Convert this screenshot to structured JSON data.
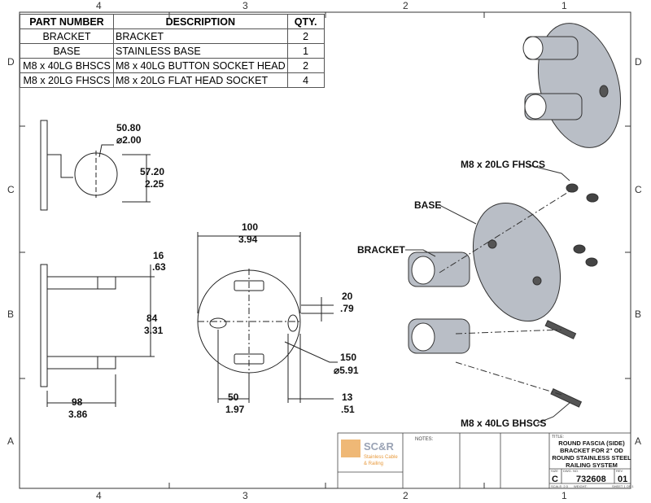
{
  "zones": {
    "cols": [
      "4",
      "3",
      "2",
      "1"
    ],
    "rows": [
      "D",
      "C",
      "B",
      "A"
    ]
  },
  "bom": {
    "headers": [
      "PART NUMBER",
      "DESCRIPTION",
      "QTY."
    ],
    "rows": [
      [
        "BRACKET",
        "BRACKET",
        "2"
      ],
      [
        "BASE",
        "STAINLESS BASE",
        "1"
      ],
      [
        "M8 x 40LG BHSCS",
        "M8 x 40LG BUTTON SOCKET HEAD",
        "2"
      ],
      [
        "M8 x 20LG FHSCS",
        "M8 x 20LG FLAT HEAD SOCKET",
        "4"
      ]
    ]
  },
  "dims": {
    "d1": "50.80",
    "d1b": "⌀2.00",
    "d2": "57.20",
    "d2b": "2.25",
    "d3": "16",
    "d3b": ".63",
    "d4": "84",
    "d4b": "3.31",
    "d5": "98",
    "d5b": "3.86",
    "d6": "100",
    "d6b": "3.94",
    "d7": "20",
    "d7b": ".79",
    "d8": "150",
    "d8b": "⌀5.91",
    "d9": "50",
    "d9b": "1.97",
    "d10": "13",
    "d10b": ".51"
  },
  "callouts": {
    "fhscs": "M8 x 20LG FHSCS",
    "base": "BASE",
    "bracket": "BRACKET",
    "bhscs": "M8 x 40LG BHSCS"
  },
  "title_block": {
    "logo": "SC&R",
    "logo_sub1": "Stainless Cable",
    "logo_sub2": "& Railing",
    "notes_label": "NOTES:",
    "title_label": "TITLE:",
    "title": [
      "ROUND FASCIA (SIDE)",
      "BRACKET FOR 2\" OD",
      "ROUND STAINLESS STEEL",
      "RAILING SYSTEM"
    ],
    "size_label": "SIZE",
    "size": "C",
    "dwg_label": "DWG. NO.",
    "dwg_no": "732608",
    "rev_label": "REV",
    "rev": "01",
    "scale": "SCALE: 2:3",
    "weight": "WEIGHT:",
    "sheet": "SHEET 1 OF 1"
  },
  "colors": {
    "line": "#222222",
    "part": "#b9bec6",
    "logo": "#e89a3c"
  }
}
